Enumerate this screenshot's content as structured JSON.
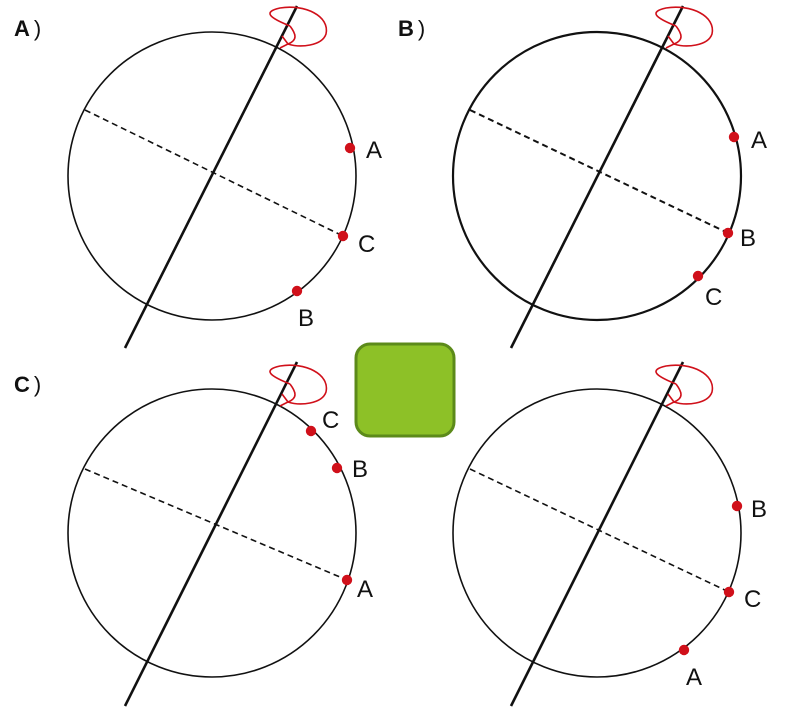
{
  "colors": {
    "line": "#111111",
    "point": "#d0101a",
    "spin": "#d0101a",
    "answer_box_fill": "#8dc127",
    "answer_box_stroke": "#5c8a1a"
  },
  "panels": [
    {
      "id": "A",
      "label": "A",
      "paren": ")",
      "points": [
        {
          "name": "A",
          "label": "A"
        },
        {
          "name": "C",
          "label": "C"
        },
        {
          "name": "B",
          "label": "B"
        }
      ]
    },
    {
      "id": "B",
      "label": "B",
      "paren": ")",
      "points": [
        {
          "name": "A",
          "label": "A"
        },
        {
          "name": "B",
          "label": "B"
        },
        {
          "name": "C",
          "label": "C"
        }
      ]
    },
    {
      "id": "C",
      "label": "C",
      "paren": ")",
      "points": [
        {
          "name": "C",
          "label": "C"
        },
        {
          "name": "B",
          "label": "B"
        },
        {
          "name": "A",
          "label": "A"
        }
      ]
    },
    {
      "id": "D",
      "label": "",
      "paren": "",
      "points": [
        {
          "name": "B",
          "label": "B"
        },
        {
          "name": "C",
          "label": "C"
        },
        {
          "name": "A",
          "label": "A"
        }
      ]
    }
  ]
}
